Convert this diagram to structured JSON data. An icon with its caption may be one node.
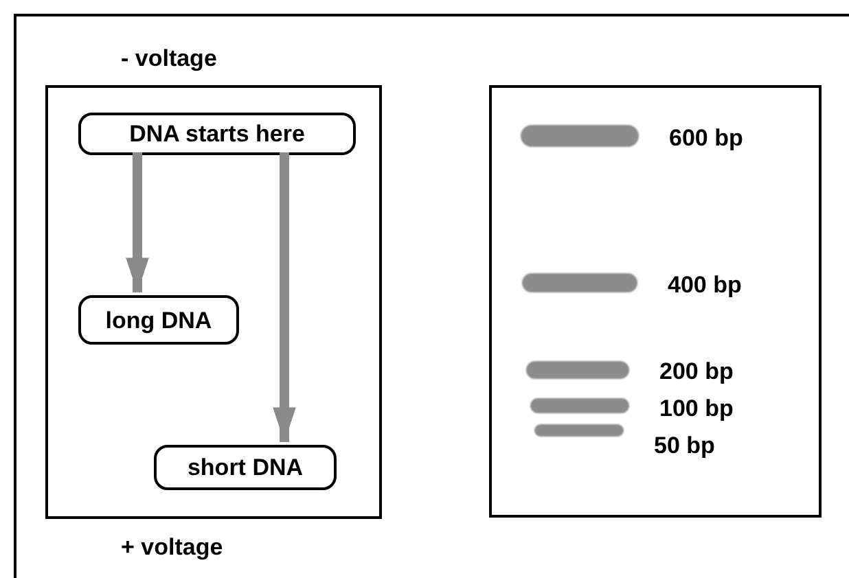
{
  "diagram": {
    "nodes": [
      {
        "text": [],
        "shape": "box"
      },
      {
        "text": [
          "DNA starts here"
        ],
        "in": 0
      },
      {
        "text": [
          "long DNA"
        ],
        "in": 0
      },
      {
        "text": [
          "short DNA"
        ],
        "in": 0
      },
      {
        "text": [],
        "shape": "box"
      },
      {
        "text": [],
        "shape": "bar",
        "in": 4,
        "beside": [
          "600 bp"
        ]
      },
      {
        "text": [],
        "shape": "bar",
        "in": 4,
        "beside": [
          "400 bp"
        ]
      },
      {
        "text": [],
        "shape": "bar",
        "in": 4,
        "beside": [
          "200 bp"
        ]
      },
      {
        "text": [],
        "shape": "bar",
        "in": 4,
        "beside": [
          "100 bp"
        ]
      },
      {
        "text": [],
        "shape": "bar",
        "in": 4,
        "beside": [
          "50 bp"
        ]
      }
    ],
    "edges": [
      {
        "from": 1,
        "to": 2,
        "arrow": "to"
      },
      {
        "from": 1,
        "to": 3,
        "arrow": "to"
      }
    ],
    "labels": [
      "- voltage",
      "+ voltage"
    ]
  }
}
